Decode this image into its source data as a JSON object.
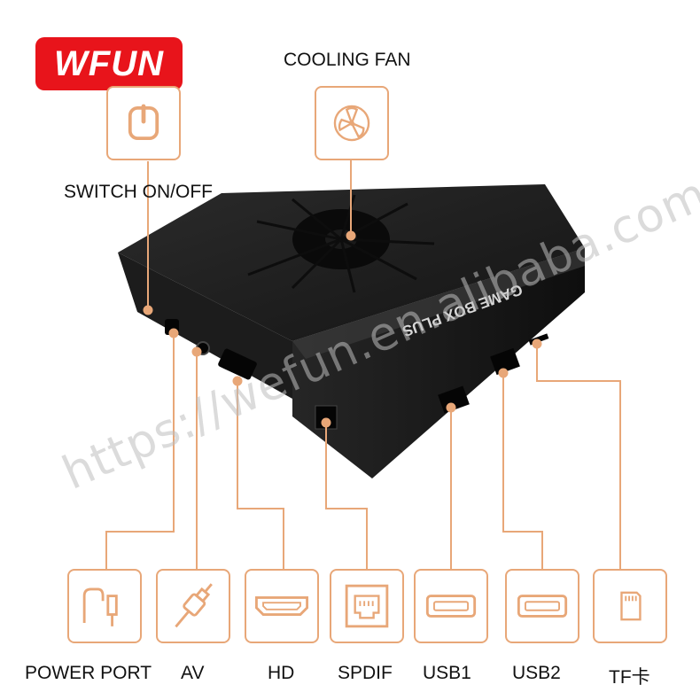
{
  "brand": {
    "logo_text": "WFUN",
    "accent_color": "#e8a778",
    "brand_color": "#e8141b"
  },
  "device": {
    "name_printed": "GAME BOX PLUS",
    "body_color": "#1a1a1a"
  },
  "watermark": "https://wefun.en.alibaba.com",
  "top_features": [
    {
      "label": "COOLING FAN",
      "icon": "fan-icon"
    },
    {
      "label": "SWITCH ON/OFF",
      "icon": "power-icon"
    }
  ],
  "ports": [
    {
      "label": "POWER PORT",
      "icon": "power-cable-icon"
    },
    {
      "label": "AV",
      "icon": "av-cable-icon"
    },
    {
      "label": "HD",
      "icon": "hdmi-icon"
    },
    {
      "label": "SPDIF",
      "icon": "spdif-icon"
    },
    {
      "label": "USB1",
      "icon": "usb-icon"
    },
    {
      "label": "USB2",
      "icon": "usb-icon"
    },
    {
      "label": "TF卡",
      "icon": "sd-card-icon"
    }
  ]
}
